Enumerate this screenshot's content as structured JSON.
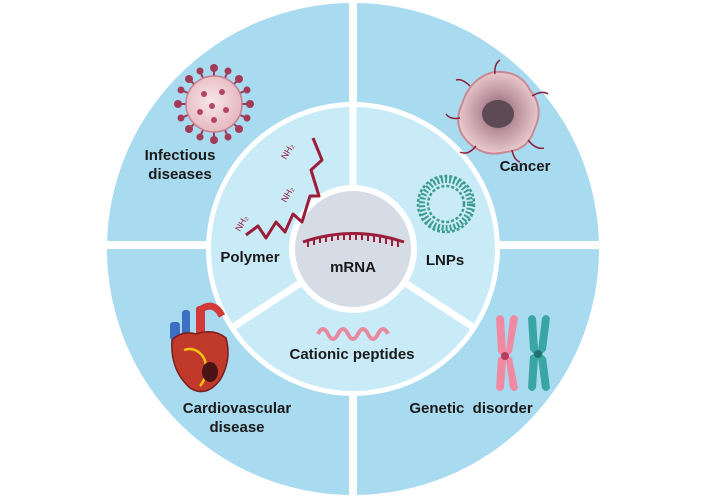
{
  "outer_ring": {
    "infectious": {
      "line1": "Infectious",
      "line2": "diseases",
      "icon": "virus-icon"
    },
    "cancer": {
      "label": "Cancer",
      "icon": "tumor-cell-icon"
    },
    "cardio": {
      "line1": "Cardiovascular",
      "line2": "disease",
      "icon": "heart-icon"
    },
    "genetic": {
      "label": "Genetic  disorder",
      "icon": "chromosome-icon"
    }
  },
  "middle_ring": {
    "polymer": {
      "label": "Polymer",
      "icon": "polymer-chain-icon",
      "amine_label": "NH₂"
    },
    "lnps": {
      "label": "LNPs",
      "icon": "lipid-nanoparticle-icon"
    },
    "cationic": {
      "label": "Cationic peptides",
      "icon": "peptide-helix-icon"
    }
  },
  "center": {
    "label": "mRNA",
    "icon": "mrna-strand-icon"
  },
  "colors": {
    "outer_fill": "#a8daf0",
    "middle_fill": "#c9ebf8",
    "center_fill": "#d6dce6",
    "divider": "#ffffff",
    "strand": "#9b1d3a",
    "text": "#1a1a1a"
  }
}
